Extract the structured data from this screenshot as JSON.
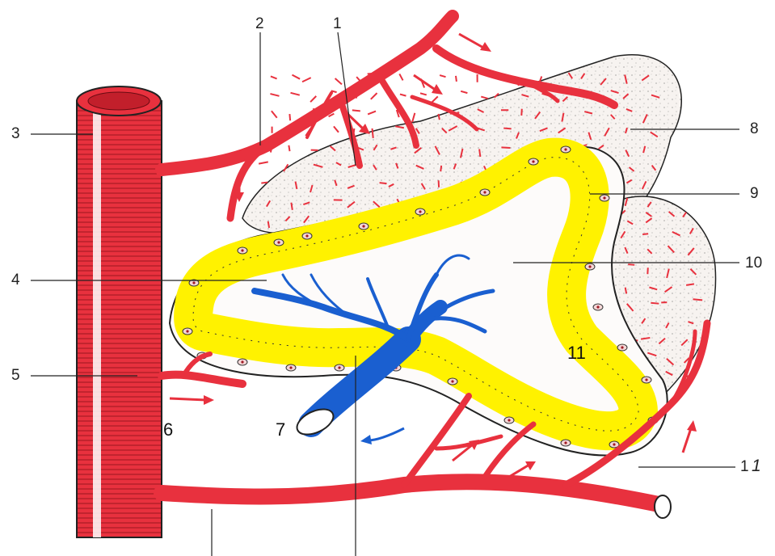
{
  "labels": {
    "l1": "1",
    "l2": "2",
    "l3": "3",
    "l4": "4",
    "l5": "5",
    "l6": "6",
    "l7": "7",
    "l8": "8",
    "l9": "9",
    "l10": "10",
    "l11": "11",
    "l12": "1",
    "l12b": "1"
  },
  "colors": {
    "artery": "#e8313e",
    "vein": "#1a5fd0",
    "gland": "#fff200",
    "outline": "#222222",
    "stroma_marks": "#e8313e"
  }
}
